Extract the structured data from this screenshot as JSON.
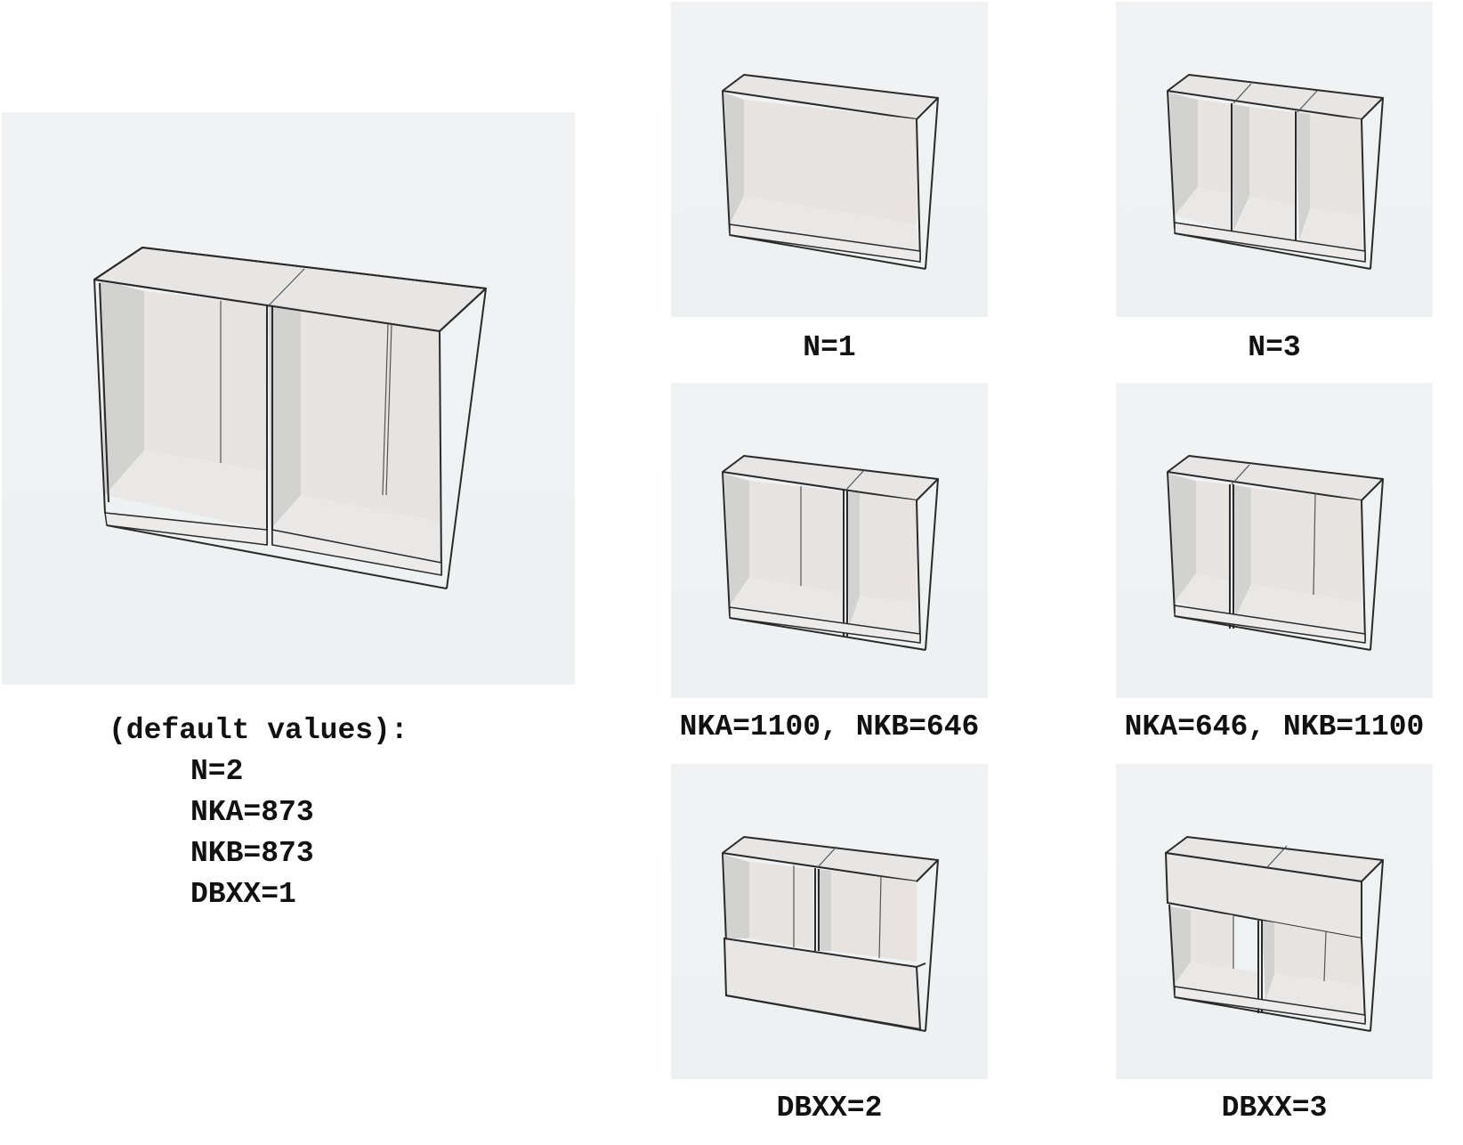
{
  "main": {
    "heading": "(default values):",
    "params": [
      "N=2",
      "NKA=873",
      "NKB=873",
      "DBXX=1"
    ]
  },
  "variants": [
    {
      "label": "N=1"
    },
    {
      "label": "N=3"
    },
    {
      "label": "NKA=1100, NKB=646"
    },
    {
      "label": "NKA=646, NKB=1100"
    },
    {
      "label": "DBXX=2"
    },
    {
      "label": "DBXX=3"
    }
  ]
}
